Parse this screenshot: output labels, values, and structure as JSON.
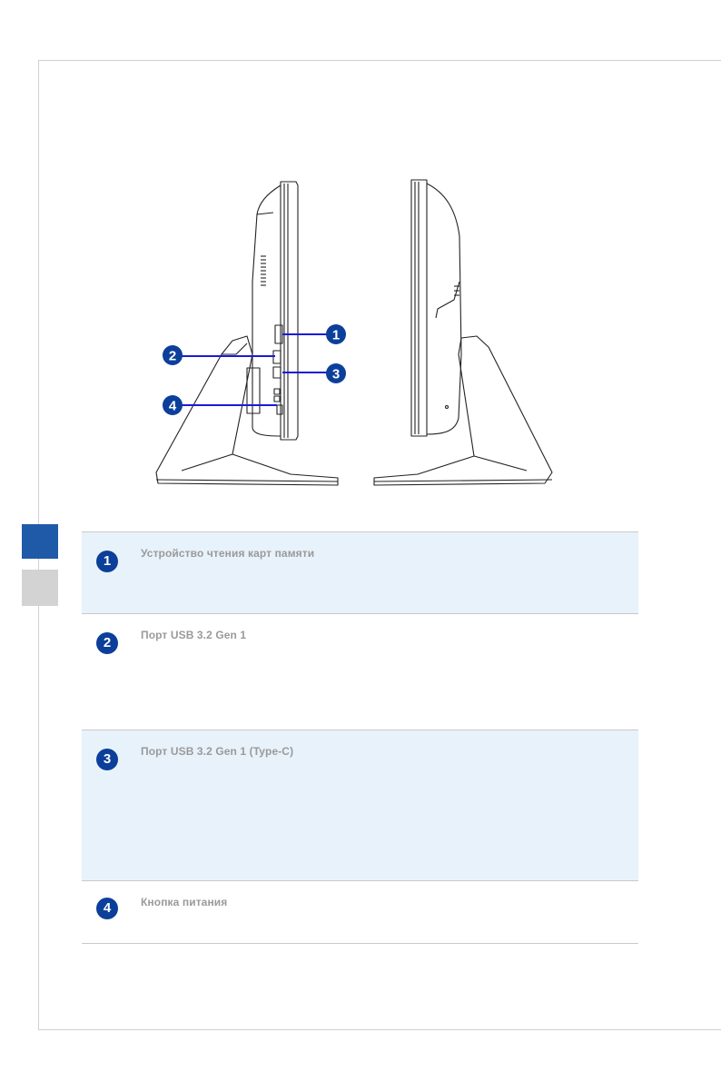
{
  "figure": {
    "callouts": [
      "1",
      "2",
      "3",
      "4"
    ],
    "accent_color": "#0c3f9a",
    "line_color": "#1a1ad8"
  },
  "items": [
    {
      "number": "1",
      "label": "Устройство чтения карт памяти"
    },
    {
      "number": "2",
      "label": "Порт USB 3.2 Gen 1"
    },
    {
      "number": "3",
      "label": "Порт USB 3.2 Gen 1 (Type-C)"
    },
    {
      "number": "4",
      "label": "Кнопка питания"
    }
  ],
  "colors": {
    "row_shade": "#e8f2fb",
    "tab_active": "#1f5aa8",
    "tab_inactive": "#d3d3d3"
  }
}
